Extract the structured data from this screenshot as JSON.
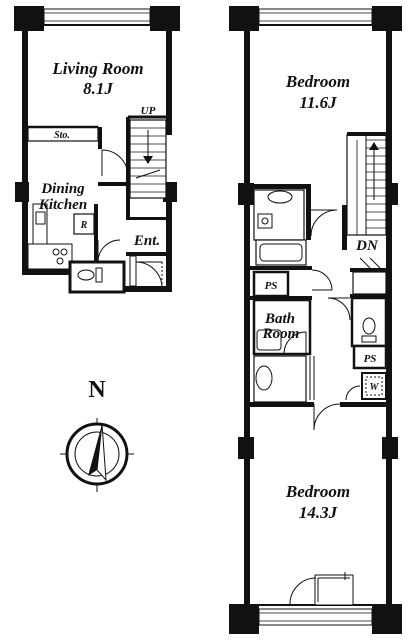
{
  "plan": {
    "compass": {
      "north_label": "N"
    },
    "lower_floor": {
      "living_room": {
        "name": "Living Room",
        "size": "8.1J"
      },
      "stairs_up": "UP",
      "storage": "Sto.",
      "dining_kitchen": {
        "line1": "Dining",
        "line2": "Kitchen"
      },
      "refrigerator": "R",
      "entrance": "Ent."
    },
    "upper_floor": {
      "bedroom_top": {
        "name": "Bedroom",
        "size": "11.6J"
      },
      "stairs_down": "DN",
      "ps_left": "PS",
      "bath_room": {
        "line1": "Bath",
        "line2": "Room"
      },
      "ps_right": "PS",
      "washer": "W",
      "bedroom_bottom": {
        "name": "Bedroom",
        "size": "14.3J"
      }
    }
  }
}
